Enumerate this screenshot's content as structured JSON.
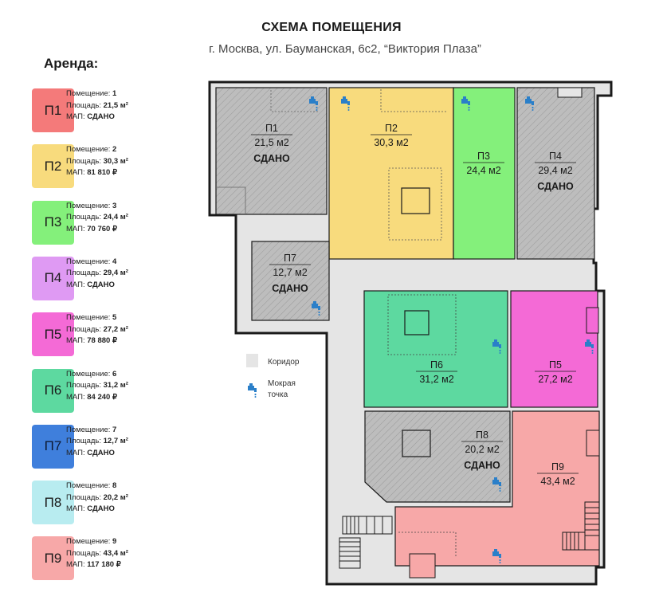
{
  "header": {
    "title": "СХЕМА ПОМЕЩЕНИЯ",
    "subtitle": "г. Москва, ул. Бауманская, 6с2, “Виктория Плаза”"
  },
  "legend": {
    "title": "Аренда:",
    "room_label": "Помещение:",
    "area_label": "Площадь:",
    "map_label": "МАП:",
    "items": [
      {
        "code": "П1",
        "number": "1",
        "area": "21,5 м²",
        "map": "СДАНО",
        "color": "#f47a7a"
      },
      {
        "code": "П2",
        "number": "2",
        "area": "30,3 м²",
        "map": "81 810 ₽",
        "color": "#f8db7d"
      },
      {
        "code": "П3",
        "number": "3",
        "area": "24,4 м²",
        "map": "70 760 ₽",
        "color": "#84f07b"
      },
      {
        "code": "П4",
        "number": "4",
        "area": "29,4 м²",
        "map": "СДАНО",
        "color": "#df9af3"
      },
      {
        "code": "П5",
        "number": "5",
        "area": "27,2 м²",
        "map": "78 880 ₽",
        "color": "#f46ad6"
      },
      {
        "code": "П6",
        "number": "6",
        "area": "31,2 м²",
        "map": "84 240 ₽",
        "color": "#5dd9a0"
      },
      {
        "code": "П7",
        "number": "7",
        "area": "12,7 м²",
        "map": "СДАНО",
        "color": "#3f7fdc"
      },
      {
        "code": "П8",
        "number": "8",
        "area": "20,2 м²",
        "map": "СДАНО",
        "color": "#b8ecf0"
      },
      {
        "code": "П9",
        "number": "9",
        "area": "43,4 м²",
        "map": "117 180 ₽",
        "color": "#f7a8a8"
      }
    ]
  },
  "plan": {
    "rooms": [
      {
        "id": "P1",
        "name": "П1",
        "area": "21,5 м2",
        "status": "СДАНО"
      },
      {
        "id": "P2",
        "name": "П2",
        "area": "30,3 м2",
        "status": ""
      },
      {
        "id": "P3",
        "name": "П3",
        "area": "24,4 м2",
        "status": ""
      },
      {
        "id": "P4",
        "name": "П4",
        "area": "29,4 м2",
        "status": "СДАНО"
      },
      {
        "id": "P5",
        "name": "П5",
        "area": "27,2 м2",
        "status": ""
      },
      {
        "id": "P6",
        "name": "П6",
        "area": "31,2 м2",
        "status": ""
      },
      {
        "id": "P7",
        "name": "П7",
        "area": "12,7 м2",
        "status": "СДАНО"
      },
      {
        "id": "P8",
        "name": "П8",
        "area": "20,2 м2",
        "status": "СДАНО"
      },
      {
        "id": "P9",
        "name": "П9",
        "area": "43,4 м2",
        "status": ""
      }
    ],
    "corridor_label": "Коридор",
    "wet_point_label_1": "Мокрая",
    "wet_point_label_2": "точка",
    "colors": {
      "corridor": "#e5e5e5",
      "rented": "#bdbdbd",
      "wall": "#1a1a1a",
      "tap": "#2a7fc9"
    }
  }
}
